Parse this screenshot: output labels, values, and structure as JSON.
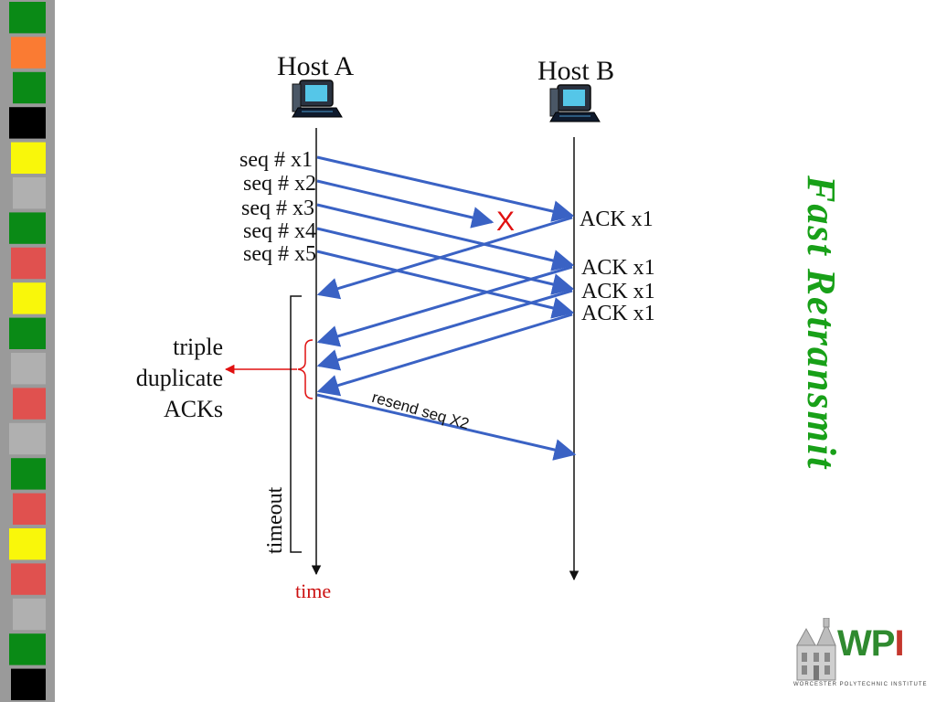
{
  "diagram": {
    "host_a": "Host A",
    "host_b": "Host B",
    "segments": [
      "seq # x1",
      "seq # x2",
      "seq # x3",
      "seq # x4",
      "seq # x5"
    ],
    "acks": [
      "ACK x1",
      "ACK x1",
      "ACK x1",
      "ACK x1"
    ],
    "lost_marker": "X",
    "triple_label": [
      "triple",
      "duplicate",
      "ACKs"
    ],
    "resend_label": "resend seq X2",
    "timeout_label": "timeout",
    "time_label": "time"
  },
  "slide": {
    "title": "Fast Retransmit"
  },
  "logo": {
    "text": "WPI",
    "subtitle": "WORCESTER POLYTECHNIC INSTITUTE"
  },
  "colors": {
    "arrow": "#3a62c4",
    "accent_red": "#e01010",
    "title_green": "#18a018",
    "stripe": [
      "#0a8a16",
      "#fa7b33",
      "#0a8a16",
      "#000000",
      "#f9f70a",
      "#b0b0b0",
      "#0a8a16",
      "#e0514f",
      "#f9f70a",
      "#0a8a16",
      "#b0b0b0",
      "#e0514f",
      "#b0b0b0",
      "#0a8a16",
      "#e0514f",
      "#f9f70a",
      "#e0514f",
      "#b0b0b0",
      "#0a8a16",
      "#000000"
    ]
  }
}
